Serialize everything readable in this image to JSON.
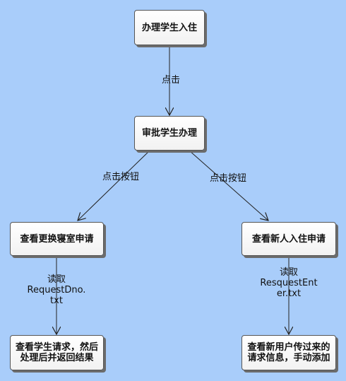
{
  "nodes": {
    "handle_checkin": "办理学生入住",
    "approve": "审批学生办理",
    "view_change": "查看更换寝室申请",
    "view_new": "查看新人入住申请",
    "view_requests": "查看学生请求，然后处理后并返回结果",
    "view_new_user": "查看新用户传过来的请求信息，手动添加"
  },
  "edges": {
    "click": "点击",
    "click_button_left": "点击按钮",
    "click_button_right": "点击按钮",
    "read_left_title": "读取",
    "read_left_file_1": "RequestDno.",
    "read_left_file_2": "txt",
    "read_right_title": "读取",
    "read_right_file_1": "ResquestEnt",
    "read_right_file_2": "er.txt"
  }
}
